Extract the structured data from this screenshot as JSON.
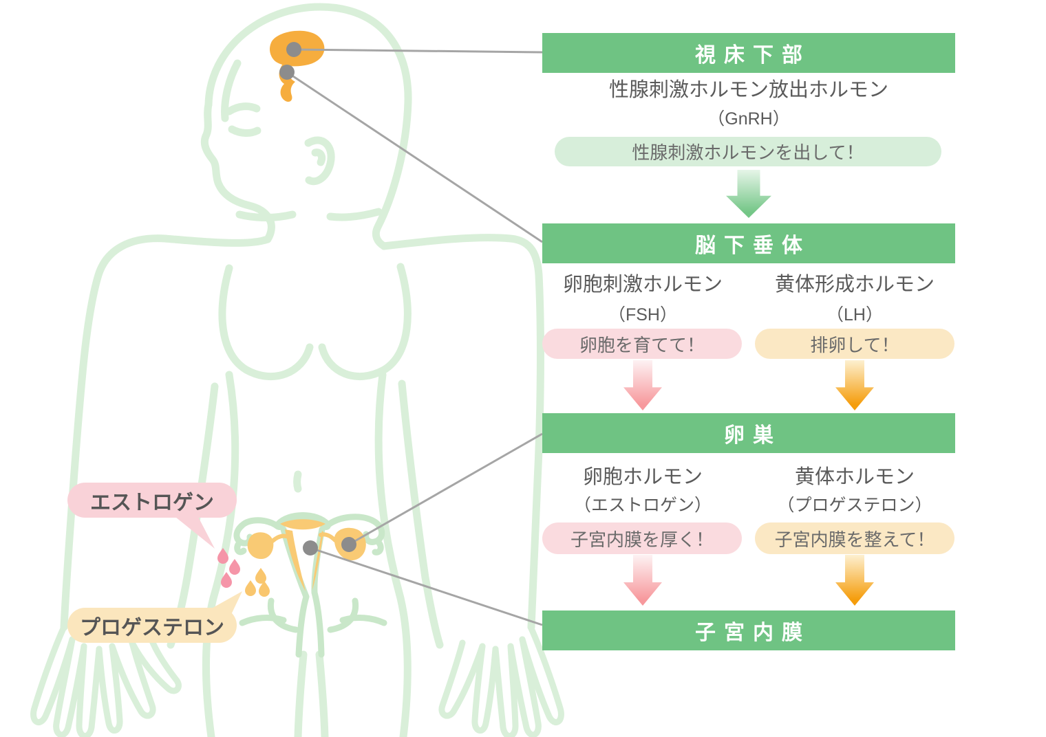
{
  "flow": {
    "hypothalamus": {
      "title": "視床下部",
      "hormone": "性腺刺激ホルモン放出ホルモン",
      "abbr": "（GnRH）",
      "message": "性腺刺激ホルモンを出して！"
    },
    "pituitary": {
      "title": "脳下垂体",
      "left": {
        "hormone": "卵胞刺激ホルモン",
        "abbr": "（FSH）",
        "message": "卵胞を育てて！"
      },
      "right": {
        "hormone": "黄体形成ホルモン",
        "abbr": "（LH）",
        "message": "排卵して！"
      }
    },
    "ovary": {
      "title": "卵巣",
      "left": {
        "hormone": "卵胞ホルモン",
        "abbr": "（エストロゲン）",
        "message": "子宮内膜を厚く！"
      },
      "right": {
        "hormone": "黄体ホルモン",
        "abbr": "（プロゲステロン）",
        "message": "子宮内膜を整えて！"
      }
    },
    "endometrium": {
      "title": "子宮内膜"
    }
  },
  "figure_labels": {
    "estrogen": "エストロゲン",
    "progesterone": "プロゲステロン"
  },
  "colors": {
    "header_green": "#6fc383",
    "pill_green": "#d7eeda",
    "pill_pink": "#fadbdf",
    "pill_cream": "#fbe8c4",
    "label_pink": "#f9d2d8",
    "label_cream": "#fbe6bd",
    "arrow_green": "#74c687",
    "arrow_pink": "#f7999d",
    "arrow_orange": "#f59d0c",
    "body_outline": "#d9efd9",
    "uterus_green": "#c9e7c9",
    "gland_orange": "#f6ad3e",
    "ovary_orange": "#f9ca74",
    "drop_pink": "#f595a8",
    "drop_orange": "#f9c66e",
    "connector_gray": "#a5a5a5",
    "text_dark": "#5a5a5a"
  }
}
